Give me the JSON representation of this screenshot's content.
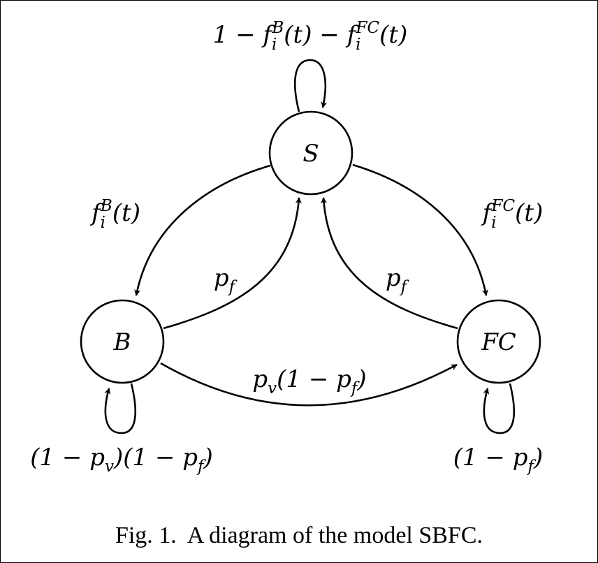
{
  "diagram": {
    "nodes": {
      "S": "S",
      "B": "B",
      "FC": "FC"
    },
    "edges": {
      "S_self": [
        "1 − f",
        "i",
        "B",
        "(t) − f",
        "i",
        "FC",
        "(t)"
      ],
      "S_to_B": [
        "f",
        "i",
        "B",
        "(t)"
      ],
      "S_to_FC": [
        "f",
        "i",
        "FC",
        "(t)"
      ],
      "B_to_S": [
        "p",
        "f"
      ],
      "FC_to_S": [
        "p",
        "f"
      ],
      "B_to_FC": [
        "p",
        "v",
        "(1 − p",
        "f",
        ")"
      ],
      "B_self": [
        "(1 − p",
        "v",
        ")(1 − p",
        "f",
        ")"
      ],
      "FC_self": [
        "(1 − p",
        "f",
        ")"
      ]
    }
  },
  "caption": "Fig. 1.  A diagram of the model SBFC."
}
